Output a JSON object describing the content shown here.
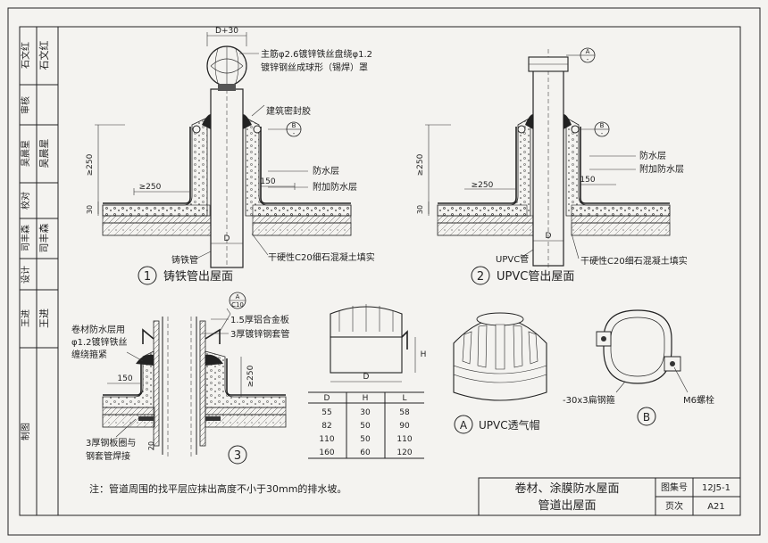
{
  "side_block": [
    {
      "role": "石文红",
      "sign": "石文红"
    },
    {
      "role": "审核",
      "sign": ""
    },
    {
      "role": "吴晨星",
      "sign": "吴晨星"
    },
    {
      "role": "校对",
      "sign": ""
    },
    {
      "role": "司丰森",
      "sign": "司丰森"
    },
    {
      "role": "设计",
      "sign": ""
    },
    {
      "role": "王进",
      "sign": "王进"
    },
    {
      "role": "制图",
      "sign": ""
    }
  ],
  "detail1": {
    "number": "1",
    "title": "铸铁管出屋面",
    "dim_top": "D+30",
    "note_cap_1": "主筋φ2.6镀锌铁丝盘绕φ1.2",
    "note_cap_2": "镀锌钢丝成球形（锡焊）罩",
    "note_seal": "建筑密封胶",
    "note_waterproof": "防水层",
    "note_extra": "附加防水层",
    "note_pipe": "铸铁管",
    "note_fill": "干硬性C20细石混凝土填实",
    "dim_250_v": "≥250",
    "dim_250_h": "≥250",
    "dim_150": "150",
    "dim_30": "30",
    "dim_d": "D",
    "ref_letter": "B",
    "ref_dash": "-"
  },
  "detail2": {
    "number": "2",
    "title": "UPVC管出屋面",
    "note_waterproof": "防水层",
    "note_extra": "附加防水层",
    "note_pipe": "UPVC管",
    "note_fill": "干硬性C20细石混凝土填实",
    "dim_250_v": "≥250",
    "dim_250_h": "≥250",
    "dim_150": "150",
    "dim_30": "30",
    "dim_d": "D",
    "ref_a": "A",
    "ref_b": "B",
    "ref_dash": "-"
  },
  "detail3": {
    "number": "3",
    "ref_top": "A",
    "ref_bottom": "C10",
    "note_left_1": "卷材防水层用",
    "note_left_2": "φ1.2镀锌铁丝",
    "note_left_3": "缠绕箍紧",
    "note_right_1": "1.5厚铝合金板",
    "note_right_2": "3厚镀锌钢套管",
    "note_bottom_1": "3厚钢板圈与",
    "note_bottom_2": "钢套管焊接",
    "dim_150": "150",
    "dim_250": "≥250",
    "dim_20": "20"
  },
  "detail_a": {
    "letter": "A",
    "title": "UPVC透气帽",
    "dim_d": "D",
    "dim_h": "H",
    "table_header": [
      "D",
      "H",
      "L"
    ],
    "table_rows": [
      [
        "55",
        "30",
        "58"
      ],
      [
        "82",
        "50",
        "90"
      ],
      [
        "110",
        "50",
        "110"
      ],
      [
        "160",
        "60",
        "120"
      ]
    ]
  },
  "detail_b": {
    "letter": "B",
    "note_strap": "-30x3扁钢箍",
    "note_bolt": "M6螺栓"
  },
  "note": "注：管道周围的找平层应抹出高度不小于30mm的排水坡。",
  "title_block": {
    "title_1": "卷材、涂膜防水屋面",
    "title_2": "管道出屋面",
    "label_atlas": "图集号",
    "value_atlas": "12J5-1",
    "label_page": "页次",
    "value_page": "A21"
  }
}
